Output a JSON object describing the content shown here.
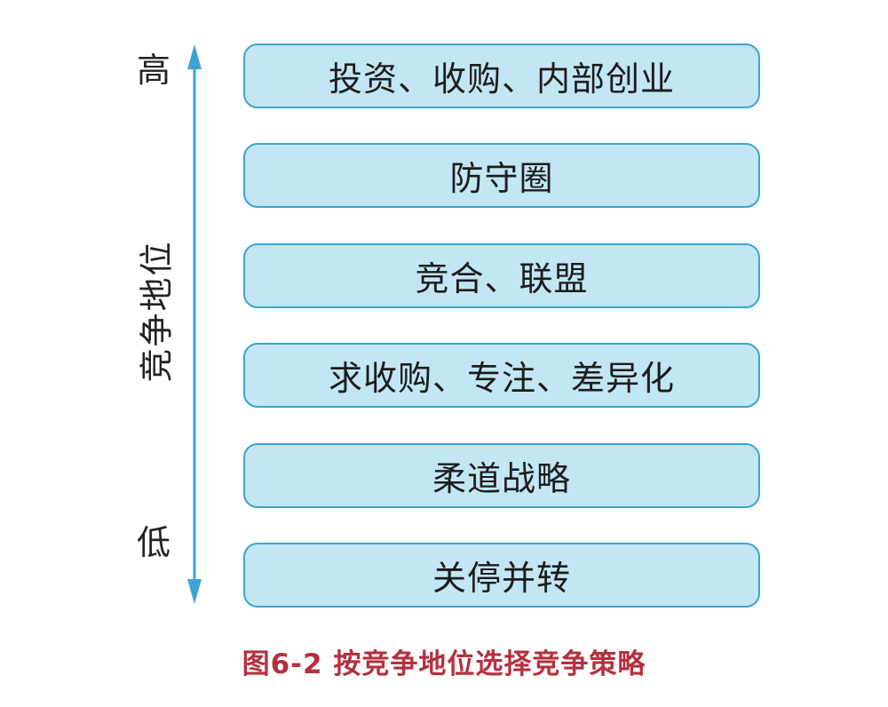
{
  "axis": {
    "title": "竞争地位",
    "high_label": "高",
    "low_label": "低"
  },
  "levels": [
    "投资、收购、内部创业",
    "防守圈",
    "竞合、联盟",
    "求收购、专注、差异化",
    "柔道战略",
    "关停并转"
  ],
  "caption": "图6-2 按竞争地位选择竞争策略",
  "colors": {
    "box_fill": "#c3e6f4",
    "box_border": "#3da2d6",
    "arrow": "#3da2d6",
    "caption": "#b3313f"
  }
}
